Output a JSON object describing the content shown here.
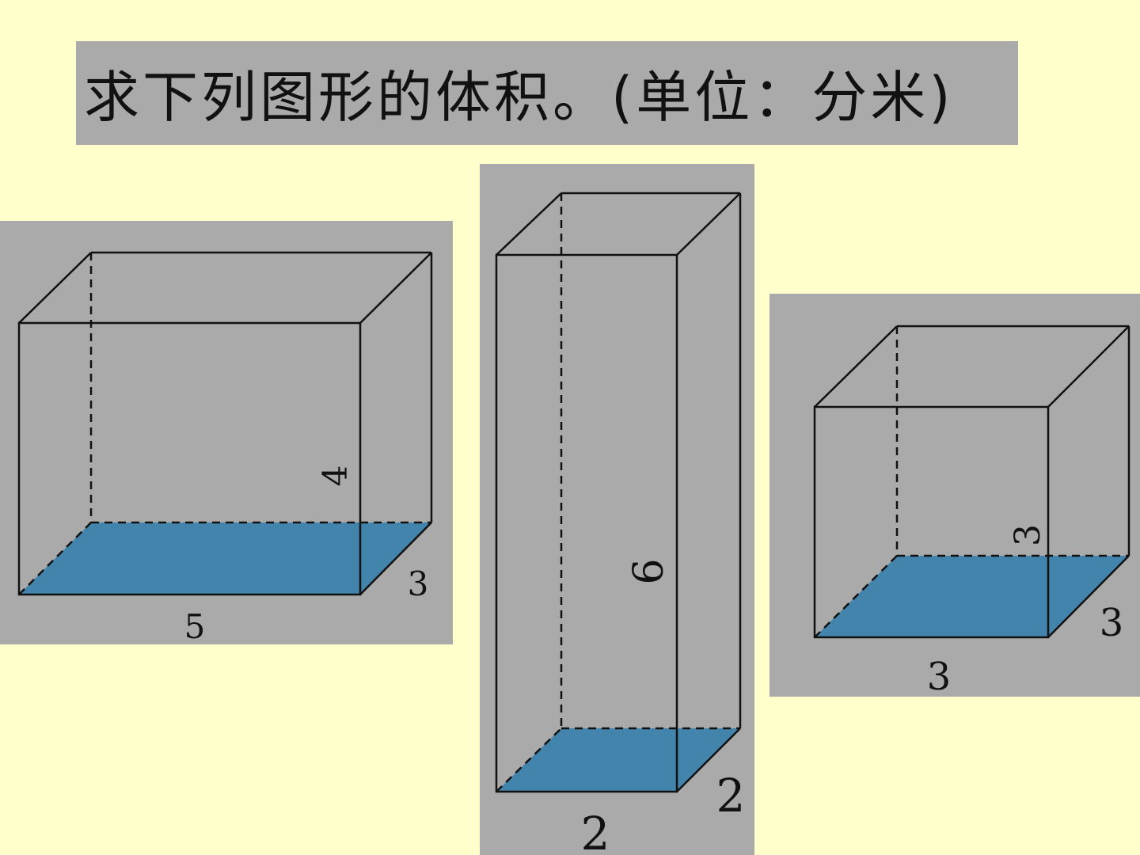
{
  "title": "求下列图形的体积。(单位：分米)",
  "colors": {
    "background": "#ffffcc",
    "panel": "#aaaaaa",
    "base_fill": "#4284ab",
    "line": "#111111"
  },
  "figures": [
    {
      "name": "cuboid-5x3x4",
      "length": "5",
      "width": "3",
      "height": "4"
    },
    {
      "name": "cuboid-2x2x6",
      "length": "2",
      "width": "2",
      "height": "6"
    },
    {
      "name": "cube-3",
      "length": "3",
      "width": "3",
      "height": "3"
    }
  ]
}
